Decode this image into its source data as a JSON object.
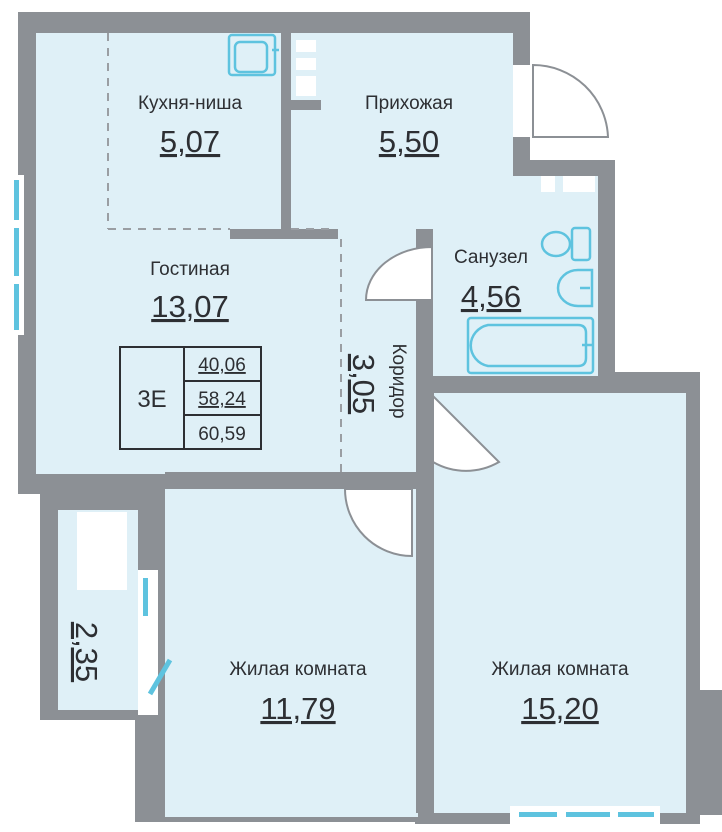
{
  "colors": {
    "wall": "#8c9095",
    "room_fill": "#dff0f7",
    "window": "#5ec3df",
    "text": "#2d2f33",
    "dash": "#9a9ea3"
  },
  "rooms": {
    "kitchen": {
      "name": "Кухня-ниша",
      "area": "5,07"
    },
    "hallway": {
      "name": "Прихожая",
      "area": "5,50"
    },
    "living": {
      "name": "Гостиная",
      "area": "13,07"
    },
    "bathroom": {
      "name": "Санузел",
      "area": "4,56"
    },
    "corridor": {
      "name": "Коридор",
      "area": "3,05"
    },
    "bedroom1": {
      "name": "Жилая комната",
      "area": "11,79"
    },
    "bedroom2": {
      "name": "Жилая комната",
      "area": "15,20"
    },
    "balcony": {
      "name": "",
      "area": "2,35"
    }
  },
  "summary": {
    "code": "3Е",
    "living_area": "40,06",
    "total_area": "58,24",
    "total_with_balcony": "60,59"
  },
  "icons": [
    "sink-icon",
    "toilet-icon",
    "washbasin-icon",
    "bathtub-icon",
    "door-swing-icon",
    "window-icon"
  ]
}
